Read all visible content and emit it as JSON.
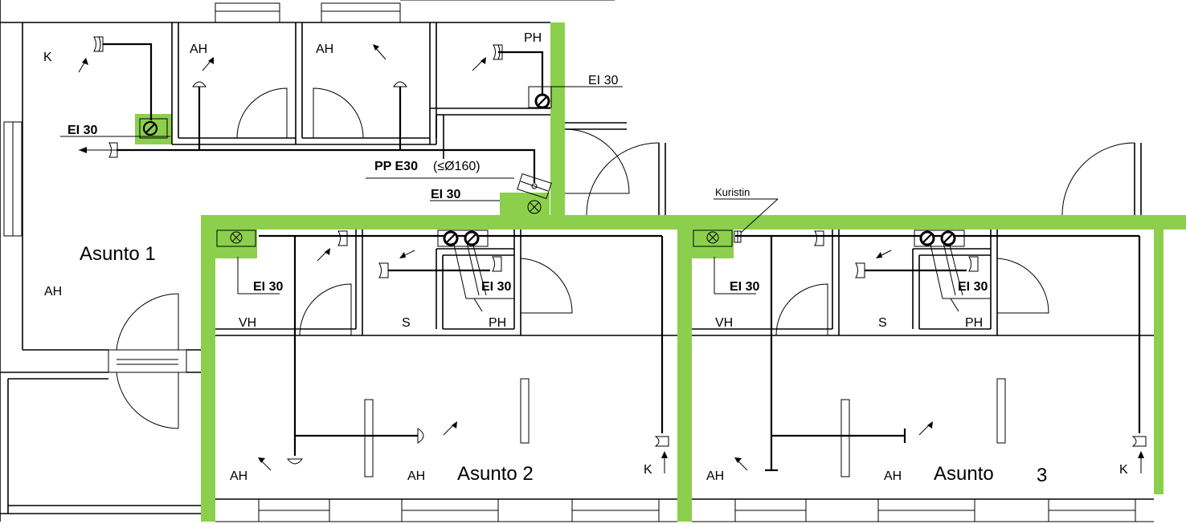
{
  "rooms": {
    "k_top": "K",
    "ah_top1": "AH",
    "ah_top2": "AH",
    "ph_top": "PH",
    "asunto1": "Asunto 1",
    "ah_a1": "AH",
    "vh_a2": "VH",
    "s_a2": "S",
    "ph_a2": "PH",
    "ah_a2_left": "AH",
    "ah_a2_mid": "AH",
    "asunto2": "Asunto 2",
    "k_a2": "K",
    "vh_a3": "VH",
    "s_a3": "S",
    "ph_a3": "PH",
    "ah_a3_left": "AH",
    "ah_a3_mid": "AH",
    "asunto3_word": "Asunto",
    "asunto3_num": "3",
    "k_a3": "K"
  },
  "annotations": {
    "ei30_a": "EI 30",
    "ei30_b": "EI 30",
    "pp_e30_bold": "PP E30",
    "pp_e30_dim": "(≤Ø160)",
    "ei30_c": "EI 30",
    "ei30_a2_left": "EI 30",
    "ei30_a2_right": "EI 30",
    "kuristin": "Kuristin",
    "ei30_a3_left": "EI 30",
    "ei30_a3_right": "EI 30"
  },
  "colors": {
    "fire_wall": "#8ccf4d",
    "line": "#000000"
  }
}
